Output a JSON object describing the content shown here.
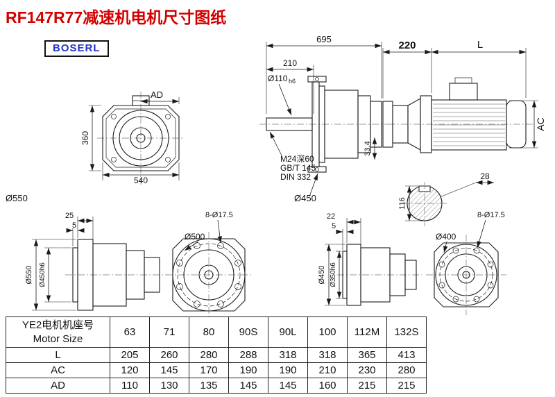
{
  "page": {
    "title": "RF147R77减速机电机尺寸图纸",
    "brand": "BOSERL",
    "title_color": "#d40000",
    "brand_color": "#2233cc"
  },
  "drawing": {
    "front_view": {
      "ad": "AD",
      "height": "360",
      "width": "540",
      "flange_od": "Ø550"
    },
    "main_view": {
      "overall": "695",
      "shaft_len": "210",
      "shaft_dia": "Ø110",
      "shaft_tol": "h6",
      "tap_hole": "M24深60",
      "std1": "GB/T 145",
      "std2": "DIN 332",
      "key_h": "33.4",
      "flange_od": "Ø450"
    },
    "motor_view": {
      "adapter_len": "220",
      "motor_len": "L",
      "motor_od": "AC",
      "key_w": "28",
      "shaft_ht": "116"
    },
    "side_a": {
      "t1": "25",
      "t2": "5",
      "od": "Ø550",
      "spigot": "Ø450h6"
    },
    "face_a": {
      "holes": "8-Ø17.5",
      "od": "Ø500"
    },
    "side_b": {
      "t1": "22",
      "t2": "5",
      "od": "Ø450",
      "spigot": "Ø350h6"
    },
    "face_b": {
      "holes": "8-Ø17.5",
      "od": "Ø400"
    }
  },
  "table": {
    "header_line1": "YE2电机机座号",
    "header_line2": "Motor Size",
    "sizes": [
      "63",
      "71",
      "80",
      "90S",
      "90L",
      "100",
      "112M",
      "132S"
    ],
    "rows": [
      {
        "label": "L",
        "values": [
          "205",
          "260",
          "280",
          "288",
          "318",
          "318",
          "365",
          "413"
        ]
      },
      {
        "label": "AC",
        "values": [
          "120",
          "145",
          "170",
          "190",
          "190",
          "210",
          "230",
          "280"
        ]
      },
      {
        "label": "AD",
        "values": [
          "110",
          "130",
          "135",
          "145",
          "145",
          "160",
          "215",
          "215"
        ]
      }
    ]
  }
}
